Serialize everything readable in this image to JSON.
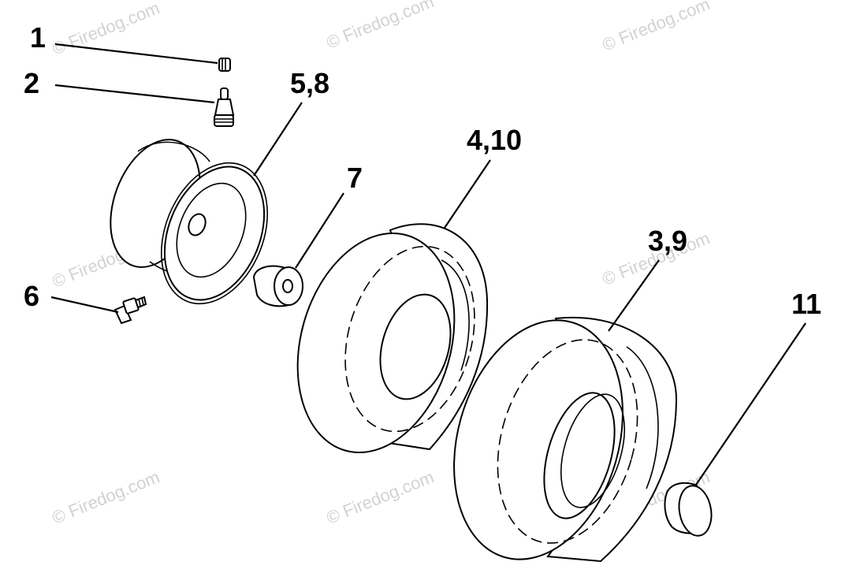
{
  "watermark": "© Firedog.com",
  "callouts": [
    {
      "id": "1",
      "text": "1"
    },
    {
      "id": "2",
      "text": "2"
    },
    {
      "id": "5-8",
      "text": "5,8"
    },
    {
      "id": "7",
      "text": "7"
    },
    {
      "id": "4-10",
      "text": "4,10"
    },
    {
      "id": "6",
      "text": "6"
    },
    {
      "id": "3-9",
      "text": "3,9"
    },
    {
      "id": "11",
      "text": "11"
    }
  ],
  "colors": {
    "line": "#000000",
    "watermark": "#d2d2d2",
    "background": "#ffffff"
  }
}
